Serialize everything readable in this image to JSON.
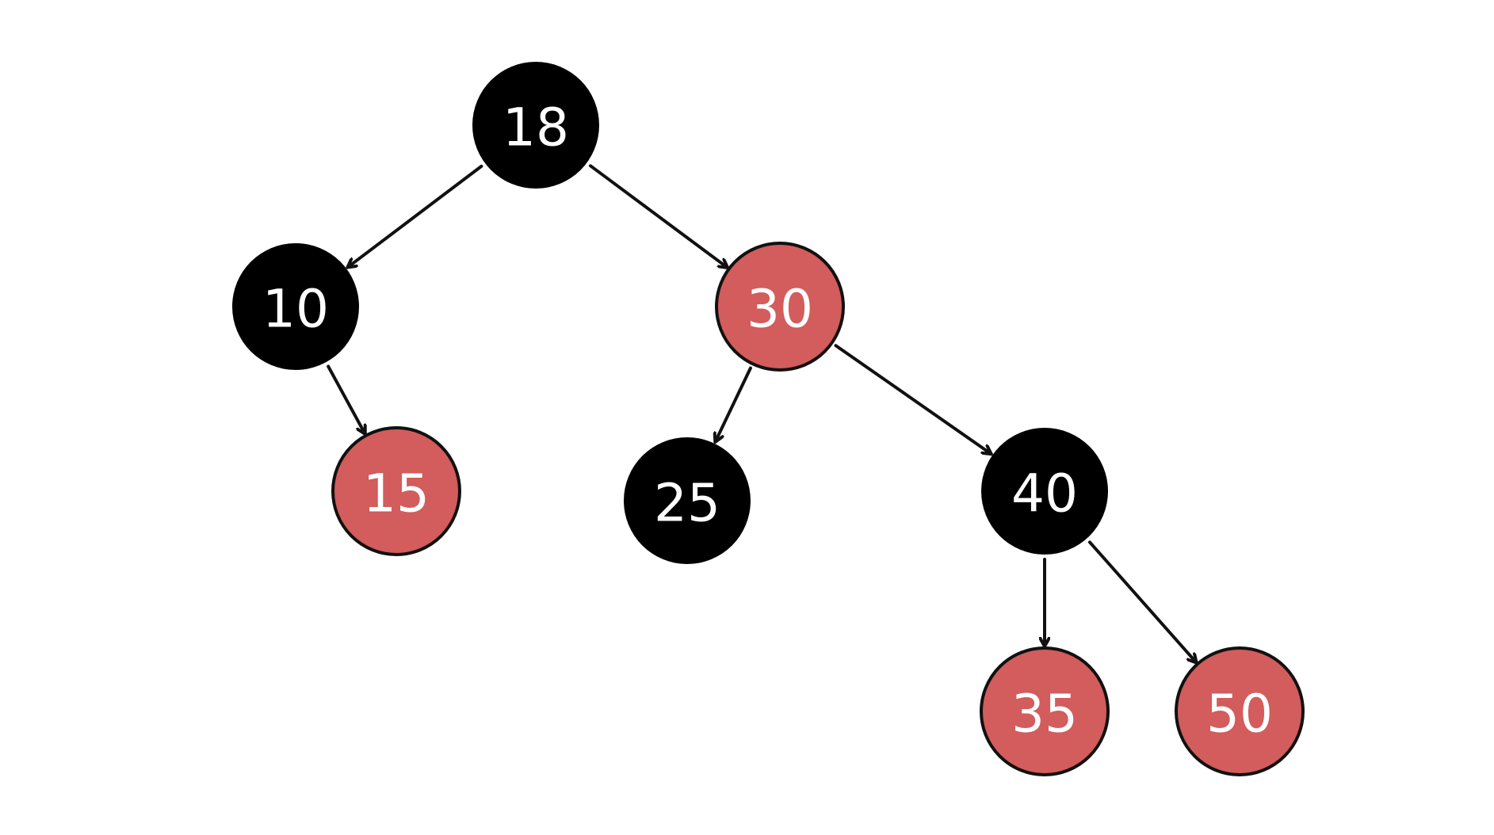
{
  "colors": {
    "black": "#000000",
    "red": "#d35c5c",
    "edge": "#111111",
    "label": "#ffffff"
  },
  "tree": {
    "nodes": [
      {
        "id": "18",
        "label": "18",
        "color": "black"
      },
      {
        "id": "10",
        "label": "10",
        "color": "black"
      },
      {
        "id": "30",
        "label": "30",
        "color": "red"
      },
      {
        "id": "15",
        "label": "15",
        "color": "red"
      },
      {
        "id": "25",
        "label": "25",
        "color": "black"
      },
      {
        "id": "40",
        "label": "40",
        "color": "black"
      },
      {
        "id": "35",
        "label": "35",
        "color": "red"
      },
      {
        "id": "50",
        "label": "50",
        "color": "red"
      }
    ],
    "edges": [
      {
        "from": "18",
        "to": "10"
      },
      {
        "from": "18",
        "to": "30"
      },
      {
        "from": "10",
        "to": "15"
      },
      {
        "from": "30",
        "to": "25"
      },
      {
        "from": "30",
        "to": "40"
      },
      {
        "from": "40",
        "to": "35"
      },
      {
        "from": "40",
        "to": "50"
      }
    ]
  }
}
